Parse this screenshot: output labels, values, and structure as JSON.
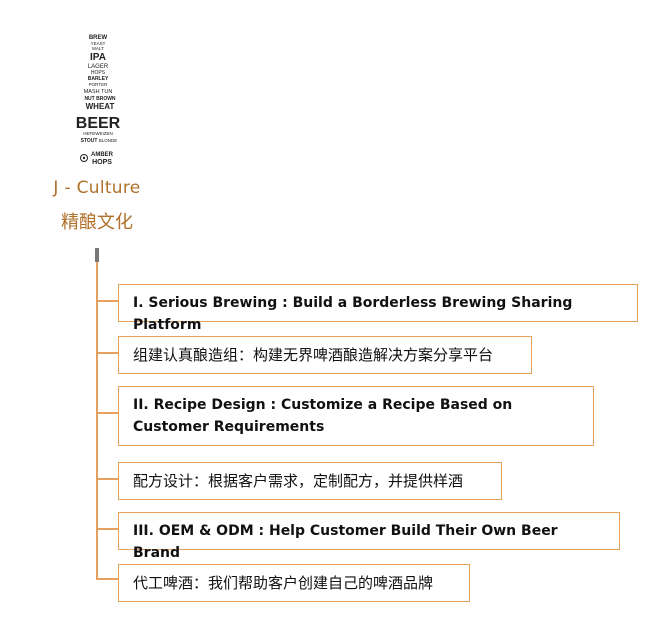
{
  "brand": {
    "english": "J - Culture",
    "chinese": "精酿文化"
  },
  "logo": {
    "words": [
      "BREW",
      "YEAST",
      "MALT",
      "IPA",
      "LAGER",
      "HOPS",
      "BARLEY",
      "PORTER",
      "MASH TUN",
      "NUT BROWN",
      "WHEAT",
      "BEER",
      "HEFEWEIZEN",
      "STOUT",
      "BLONDE",
      "AMBER",
      "HOPS"
    ],
    "icon": "beer-bottle-icon"
  },
  "items": [
    {
      "text": "I. Serious Brewing : Build a Borderless Brewing Sharing Platform"
    },
    {
      "text": "组建认真酿造组：构建无界啤酒酿造解决方案分享平台"
    },
    {
      "text": "II. Recipe Design : Customize a Recipe Based on Customer Requirements"
    },
    {
      "text": "配方设计：根据客户需求，定制配方，并提供样酒"
    },
    {
      "text": "III. OEM & ODM : Help Customer Build Their Own Beer Brand"
    },
    {
      "text": "代工啤酒：我们帮助客户创建自己的啤酒品牌"
    }
  ],
  "colors": {
    "accent": "#e3a15b",
    "brand": "#b0702a",
    "text": "#111111"
  }
}
